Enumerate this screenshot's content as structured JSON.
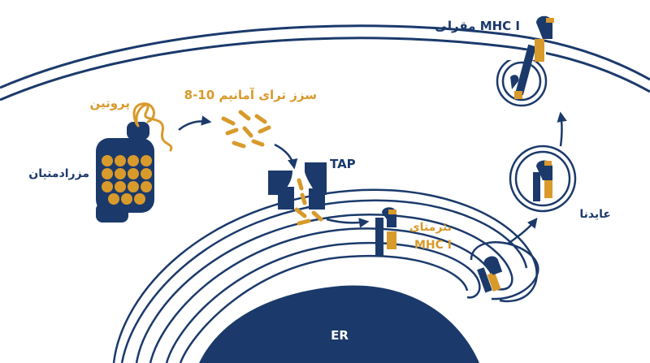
{
  "labels": {
    "protein": "پروتین",
    "proteasome": "مزرادمتیان",
    "peptides": "8-10 سزز ترای آمانیم",
    "tap": "TAP",
    "mhc_new_line1": "نئرمتای",
    "mhc_new_line2": "MHC I",
    "vesicle": "عایدنا",
    "mhc_surface": "مقرلی MHC I",
    "er": "ER"
  },
  "colors": {
    "navy": "#1b3a6b",
    "gold": "#d89a2b",
    "membrane_fill": "#ffffff",
    "er_lumen": "#1b3a6b"
  }
}
